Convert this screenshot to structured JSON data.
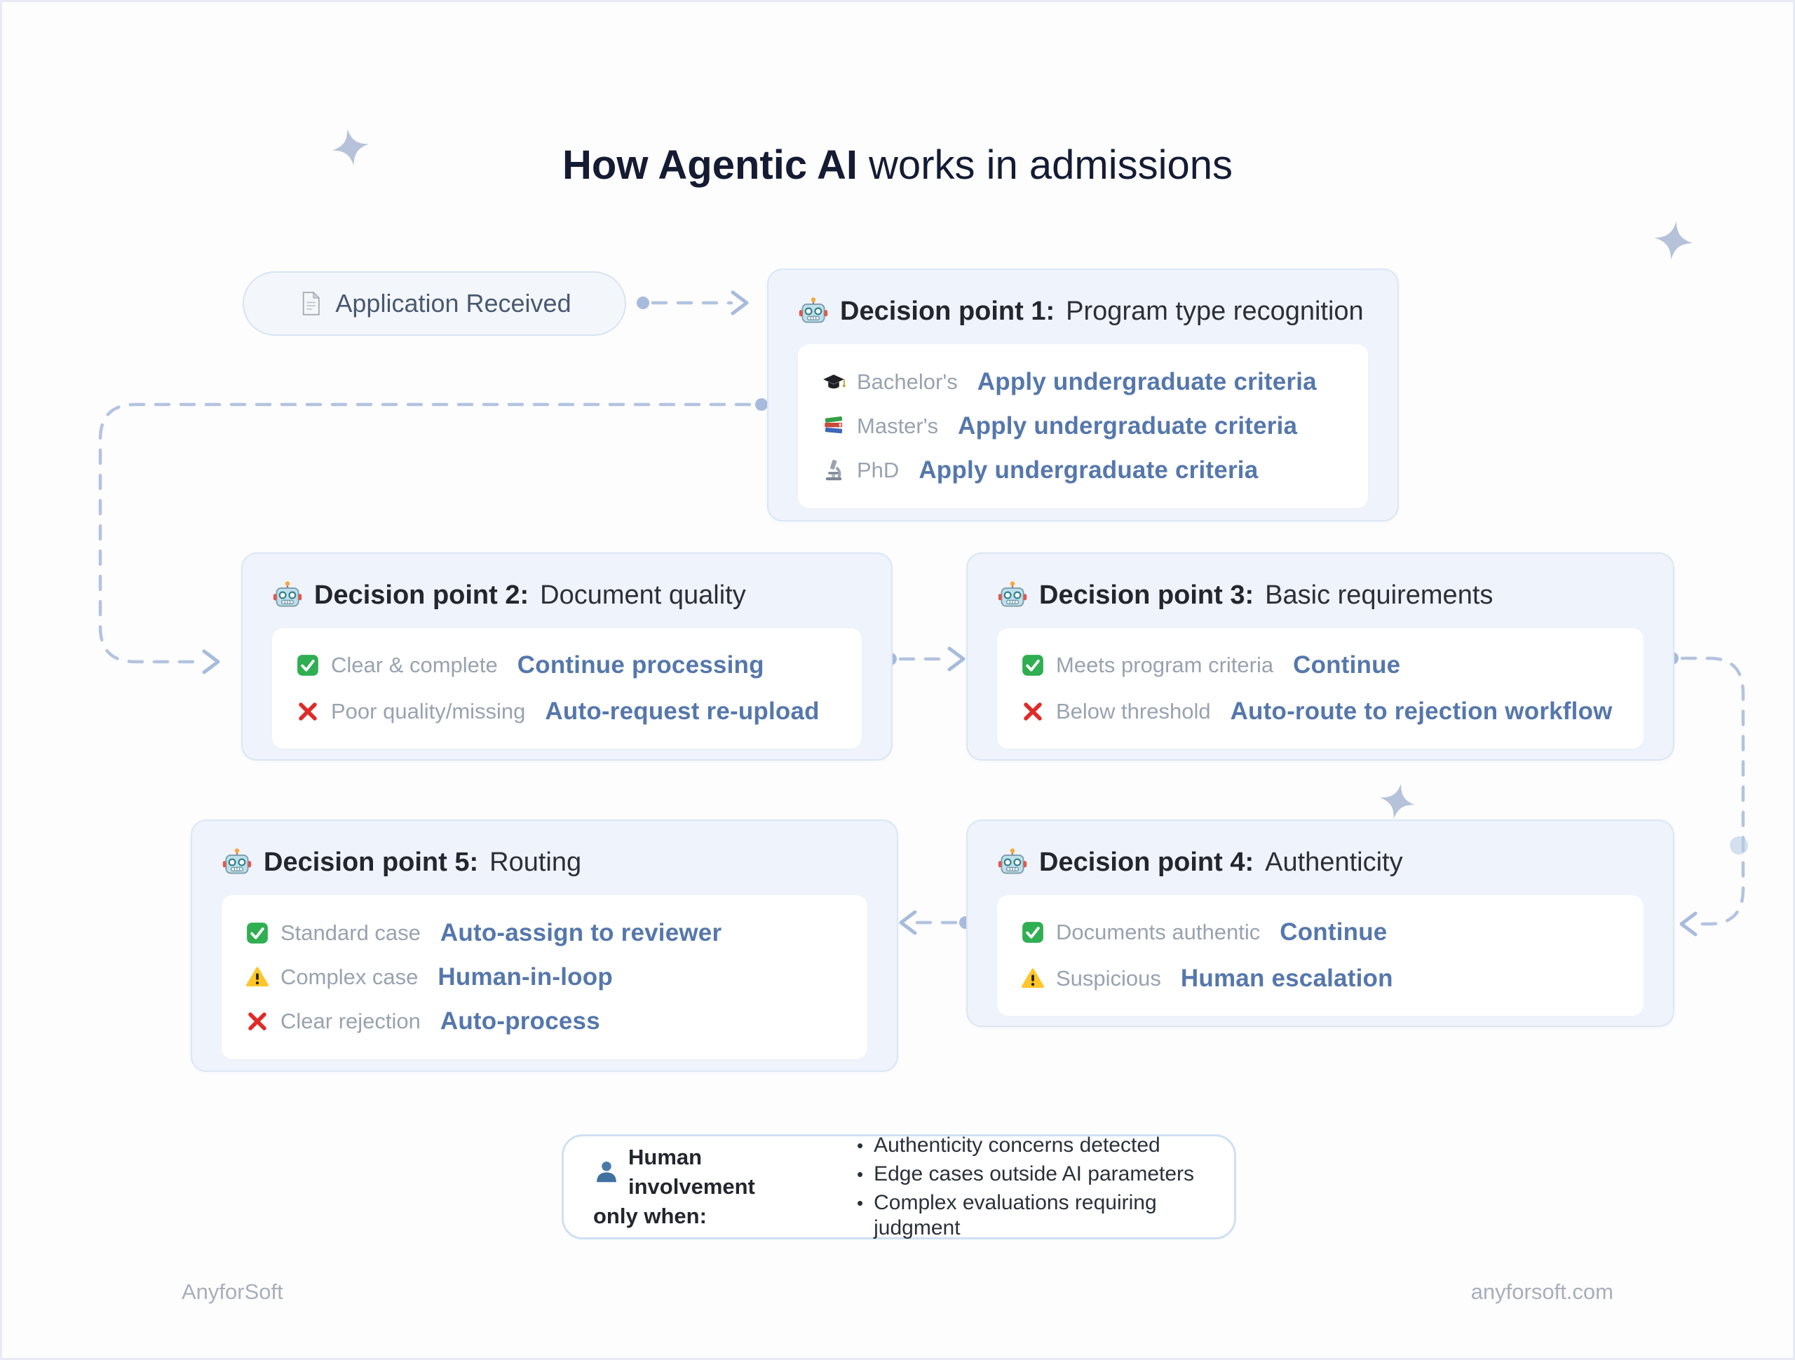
{
  "title": {
    "bold": "How Agentic AI",
    "rest": "works in admissions"
  },
  "start_node": {
    "icon": "document-icon",
    "label": "Application Received"
  },
  "decision_points": [
    {
      "icon": "robot-icon",
      "heading_bold": "Decision point 1:",
      "heading_rest": "Program type recognition",
      "rows": [
        {
          "icon": "graduation-cap-icon",
          "label": "Bachelor's",
          "action": "Apply undergraduate criteria"
        },
        {
          "icon": "books-icon",
          "label": "Master's",
          "action": "Apply undergraduate criteria"
        },
        {
          "icon": "microscope-icon",
          "label": "PhD",
          "action": "Apply undergraduate criteria"
        }
      ]
    },
    {
      "icon": "robot-icon",
      "heading_bold": "Decision point 2:",
      "heading_rest": "Document quality",
      "rows": [
        {
          "icon": "check-icon",
          "label": "Clear & complete",
          "action": "Continue processing"
        },
        {
          "icon": "cross-icon",
          "label": "Poor quality/missing",
          "action": "Auto-request re-upload"
        }
      ]
    },
    {
      "icon": "robot-icon",
      "heading_bold": "Decision point 3:",
      "heading_rest": "Basic requirements",
      "rows": [
        {
          "icon": "check-icon",
          "label": "Meets program criteria",
          "action": "Continue"
        },
        {
          "icon": "cross-icon",
          "label": "Below threshold",
          "action": "Auto-route to rejection workflow"
        }
      ]
    },
    {
      "icon": "robot-icon",
      "heading_bold": "Decision point 4:",
      "heading_rest": "Authenticity",
      "rows": [
        {
          "icon": "check-icon",
          "label": "Documents authentic",
          "action": "Continue"
        },
        {
          "icon": "warning-icon",
          "label": "Suspicious",
          "action": "Human escalation"
        }
      ]
    },
    {
      "icon": "robot-icon",
      "heading_bold": "Decision point 5:",
      "heading_rest": "Routing",
      "rows": [
        {
          "icon": "check-icon",
          "label": "Standard case",
          "action": "Auto-assign to reviewer"
        },
        {
          "icon": "warning-icon",
          "label": "Complex case",
          "action": "Human-in-loop"
        },
        {
          "icon": "cross-icon",
          "label": "Clear rejection",
          "action": "Auto-process"
        }
      ]
    }
  ],
  "human_note": {
    "icon": "person-icon",
    "heading_line1": "Human involvement",
    "heading_line2": "only when:",
    "bullets": [
      "Authenticity concerns detected",
      "Edge cases outside AI parameters",
      "Complex evaluations requiring judgment"
    ]
  },
  "footer": {
    "left": "AnyforSoft",
    "right": "anyforsoft.com"
  },
  "colors": {
    "action_blue": "#5577ac",
    "label_gray": "#9aa2b0",
    "heading_dark": "#23262e",
    "title_navy": "#151b33",
    "box_background": "#eff3fb",
    "box_border": "#dce6f4",
    "connector_blue": "#b3c3e0",
    "check_green": "#2fae52",
    "cross_red": "#df2b28",
    "warning_yellow": "#ffc62a",
    "star_blue": "#b5c2da"
  }
}
